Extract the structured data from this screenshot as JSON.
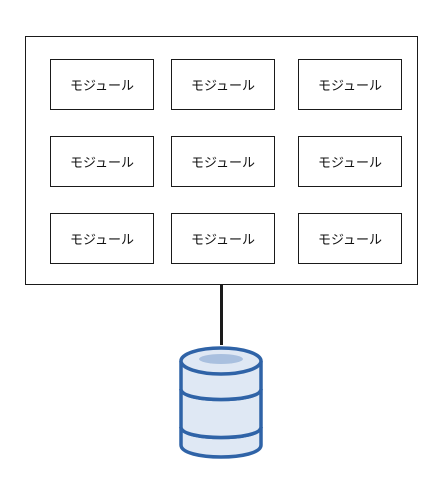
{
  "diagram": {
    "modules": [
      {
        "label": "モジュール"
      },
      {
        "label": "モジュール"
      },
      {
        "label": "モジュール"
      },
      {
        "label": "モジュール"
      },
      {
        "label": "モジュール"
      },
      {
        "label": "モジュール"
      },
      {
        "label": "モジュール"
      },
      {
        "label": "モジュール"
      },
      {
        "label": "モジュール"
      }
    ],
    "database_icon": "database-icon",
    "colors": {
      "line": "#1a1a1a",
      "db_fill": "#dfe8f4",
      "db_stroke": "#2f63a7",
      "db_top_highlight": "#a9c0df"
    }
  }
}
